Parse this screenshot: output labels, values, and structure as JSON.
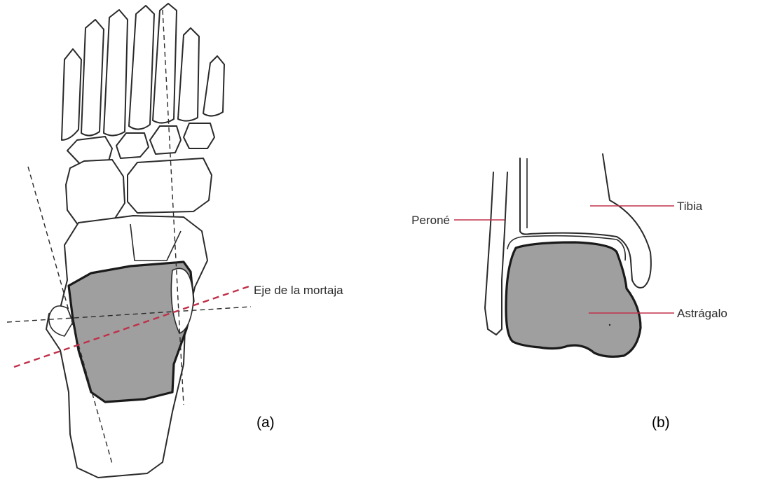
{
  "panel_a": {
    "caption": "(a)",
    "axis_label": "Eje de la mortaja"
  },
  "panel_b": {
    "caption": "(b)",
    "labels": {
      "fibula": "Peroné",
      "tibia": "Tibia",
      "talus": "Astrágalo"
    }
  },
  "colors": {
    "talus_fill": "#9f9f9f",
    "mortise_axis": "#c0304a",
    "leader_lines": "#c0304a",
    "outline": "#2a2a2a"
  }
}
